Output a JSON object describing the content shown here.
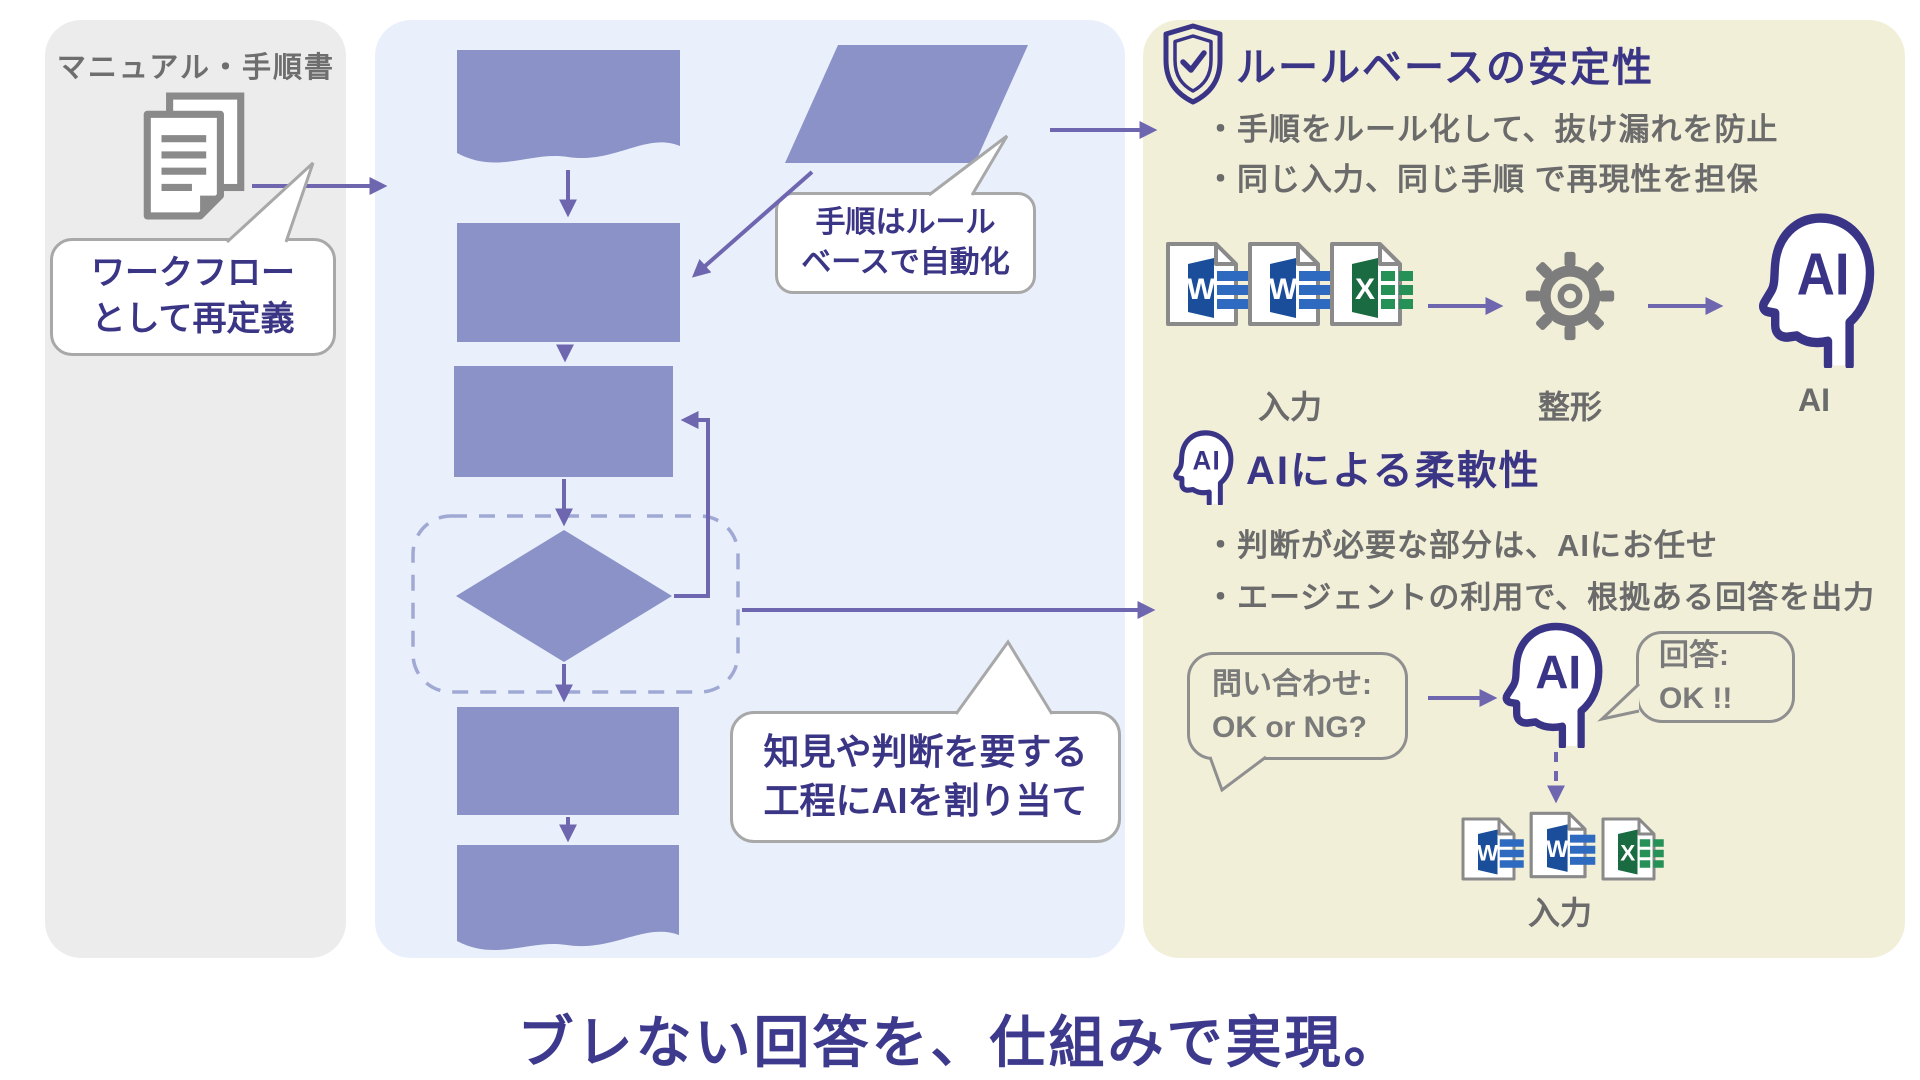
{
  "left_panel": {
    "title": "マニュアル・手順書",
    "bubble_line1": "ワークフロー",
    "bubble_line2": "として再定義"
  },
  "flow_bubbles": {
    "rule_line1": "手順はルール",
    "rule_line2": "ベースで自動化",
    "assign_line1": "知見や判断を要する",
    "assign_line2": "工程にAIを割り当て"
  },
  "rule_section": {
    "title": "ルールベースの安定性",
    "bullet1": "・手順をルール化して、抜け漏れを防止",
    "bullet2": "・同じ入力、同じ手順 で再現性を担保",
    "input_label": "入力",
    "format_label": "整形",
    "ai_label": "AI"
  },
  "ai_section": {
    "title": "AIによる柔軟性",
    "bullet1": "・判断が必要な部分は、AIにお任せ",
    "bullet2": "・エージェントの利用で、根拠ある回答を出力",
    "inquiry_line1": "問い合わせ:",
    "inquiry_line2": "OK or NG?",
    "answer_line1": "回答:",
    "answer_line2": "OK !!",
    "input_label": "入力"
  },
  "icons": {
    "ai_head_label": "AI",
    "word_letter": "W",
    "excel_letter": "X"
  },
  "tagline": "ブレない回答を、仕組みで実現。",
  "colors": {
    "accent_indigo": "#3a3487",
    "arrow_purple": "#6f66b0",
    "flow_shape_blue": "#8a92c8",
    "panel_left_bg": "#ececec",
    "panel_middle_bg": "#e9f0fb",
    "panel_right_bg": "#f2efd9",
    "word_blue": "#1a4e9b",
    "excel_green": "#1a6b41",
    "gray_text": "#6b6b6b"
  }
}
